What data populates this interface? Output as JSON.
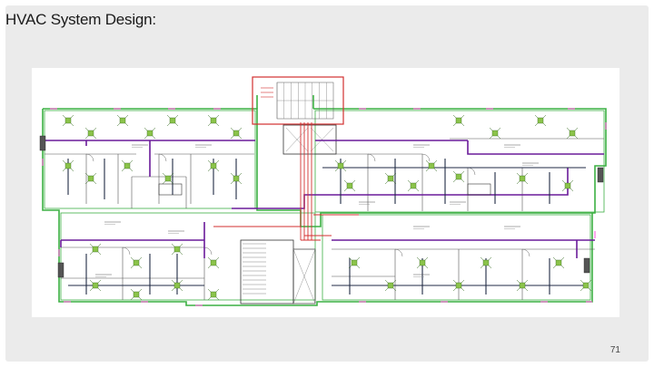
{
  "slide": {
    "title": "HVAC System Design:",
    "page_number": "71"
  },
  "drawing": {
    "icon": "hvac-floor-plan-drawing",
    "colors": {
      "wall": "#3cb043",
      "duct_main": "#6a1b9a",
      "duct_branch": "#1f2a44",
      "supply_line": "#d32f2f",
      "diffuser": "#8bc34a",
      "grille": "#ff4fd8"
    }
  }
}
